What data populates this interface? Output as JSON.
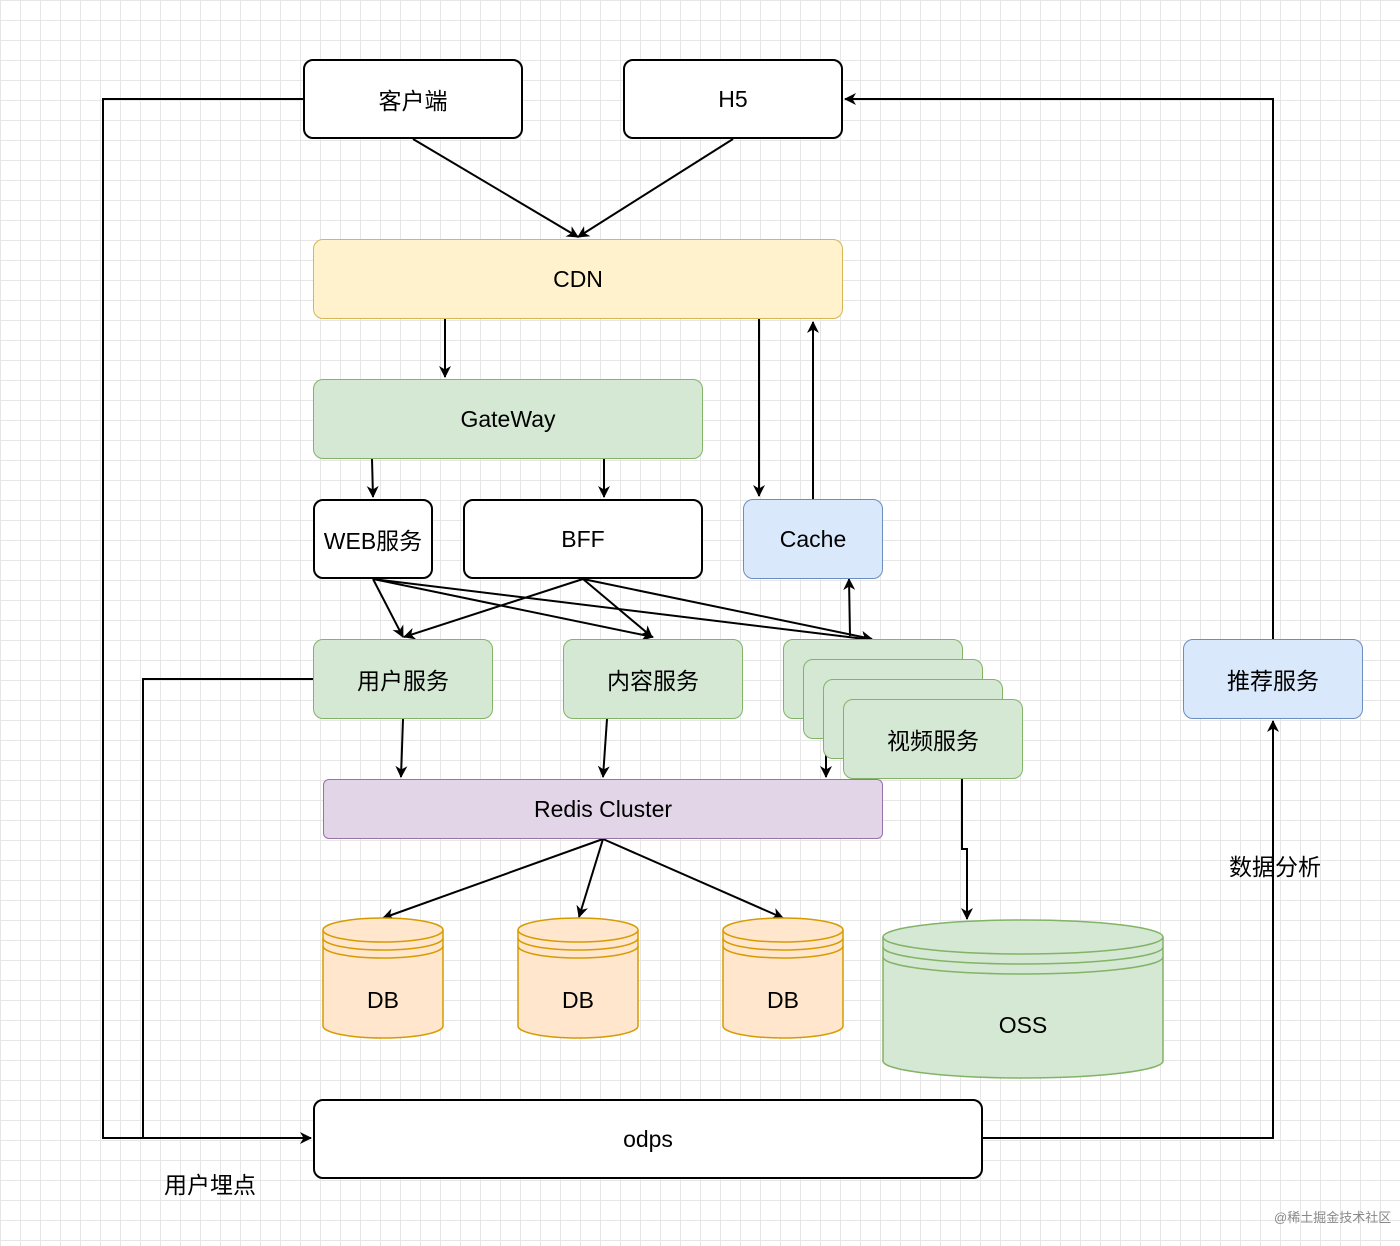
{
  "nodes": {
    "client": "客户端",
    "h5": "H5",
    "cdn": "CDN",
    "gateway": "GateWay",
    "web": "WEB服务",
    "bff": "BFF",
    "cache": "Cache",
    "user_service": "用户服务",
    "content_service": "内容服务",
    "video_service": "视频服务",
    "recommend_service": "推荐服务",
    "redis": "Redis Cluster",
    "odps": "odps"
  },
  "storage": {
    "db": [
      "DB",
      "DB",
      "DB"
    ],
    "oss": "OSS"
  },
  "labels": {
    "tracking": "用户埋点",
    "analysis": "数据分析"
  },
  "watermark": "@稀土掘金技术社区",
  "colors": {
    "yellow_fill": "#fff2cc",
    "green_fill": "#d5e8d4",
    "blue_fill": "#dae8fc",
    "purple_fill": "#e1d5e7",
    "orange_fill": "#ffe6cc"
  }
}
